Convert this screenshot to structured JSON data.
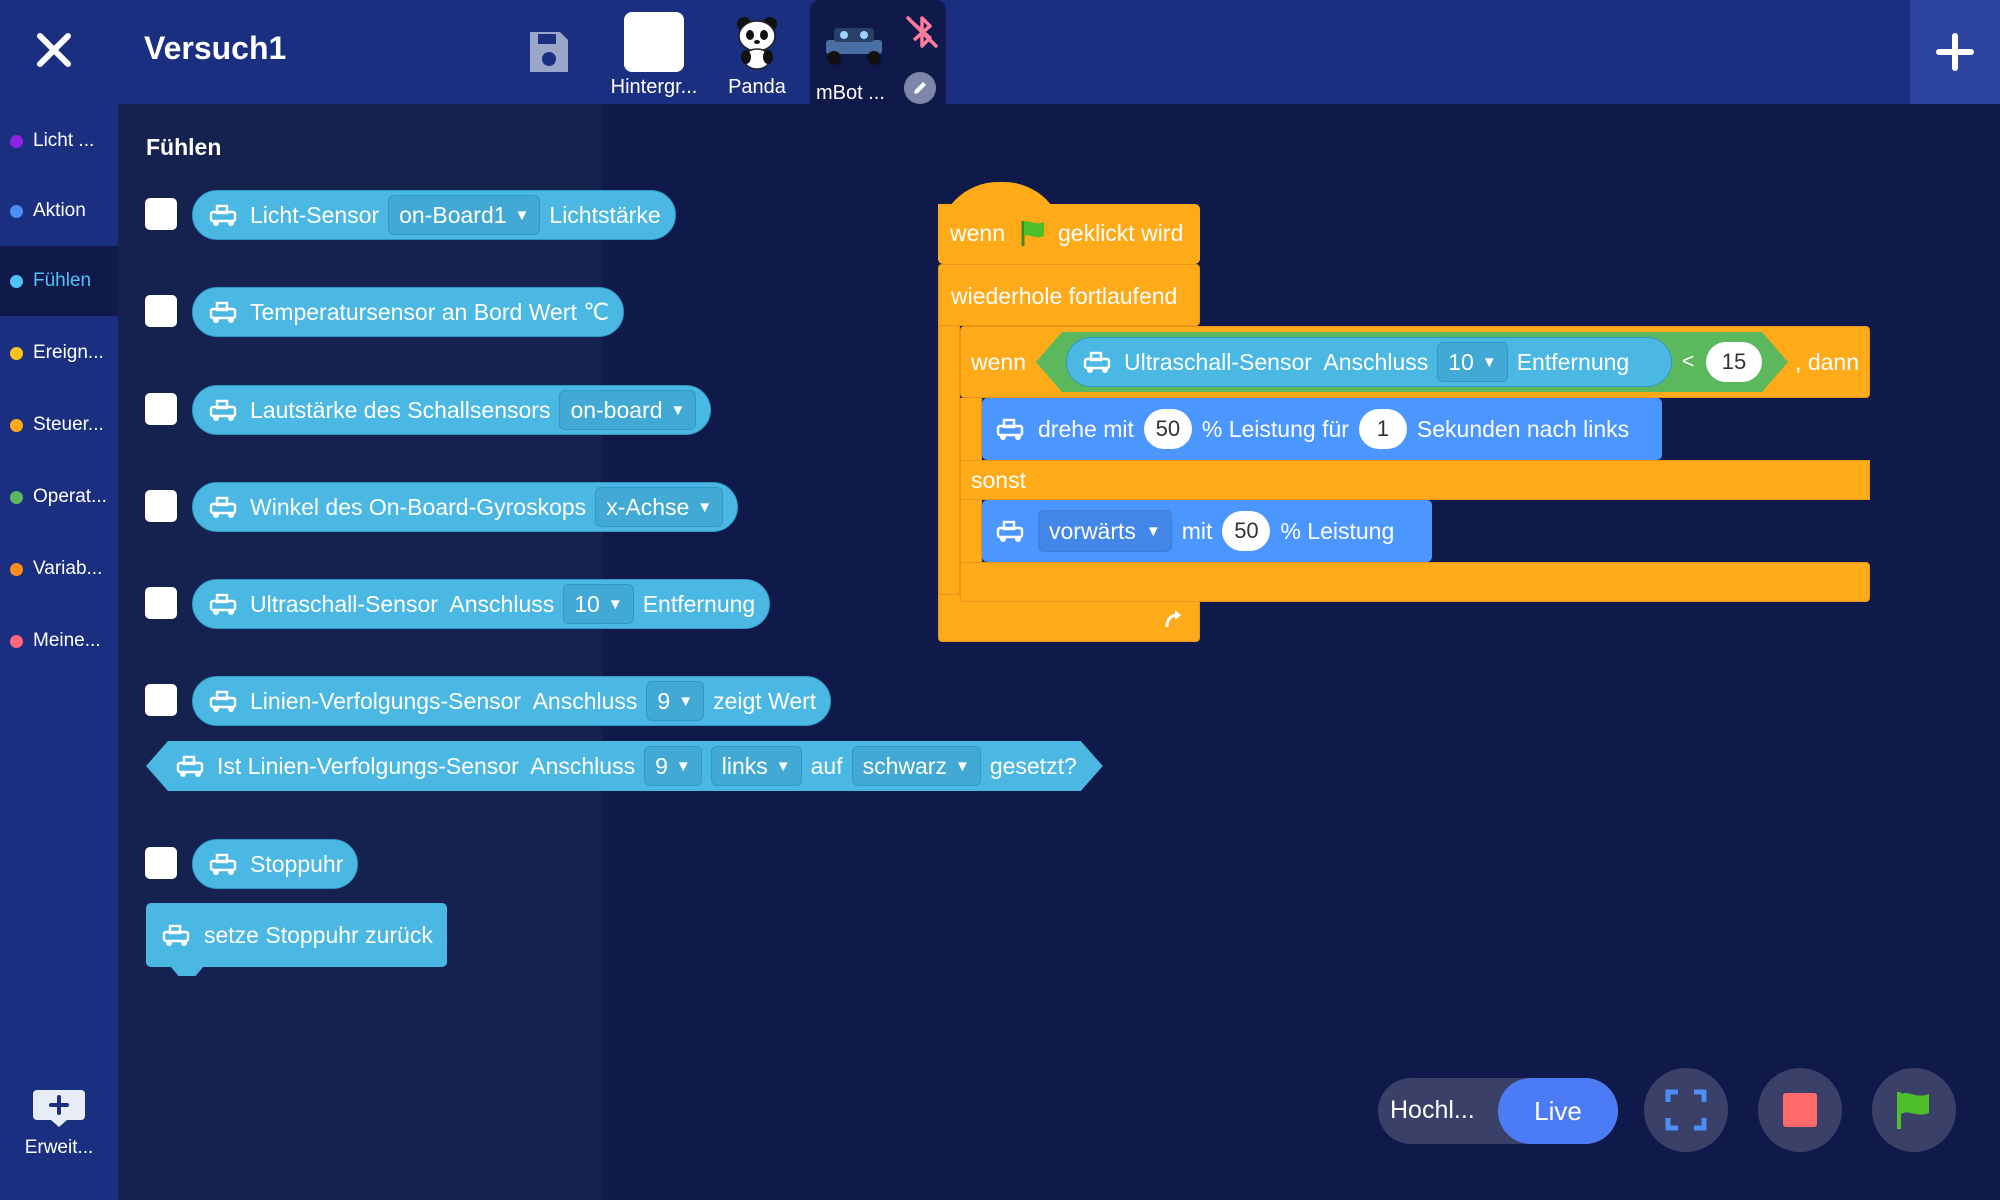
{
  "header": {
    "title": "Versuch1",
    "sprites": [
      {
        "label": "Hintergr..."
      },
      {
        "label": "Panda"
      },
      {
        "label": "mBot ..."
      }
    ]
  },
  "sidebar": {
    "categories": [
      {
        "label": "Licht ...",
        "color": "#8e24e6"
      },
      {
        "label": "Aktion",
        "color": "#4c8df6"
      },
      {
        "label": "Fühlen",
        "color": "#4fc3f7"
      },
      {
        "label": "Ereign...",
        "color": "#ffc21a"
      },
      {
        "label": "Steuer...",
        "color": "#ffab19"
      },
      {
        "label": "Operat...",
        "color": "#5cb85c"
      },
      {
        "label": "Variab...",
        "color": "#ff8c1a"
      },
      {
        "label": "Meine...",
        "color": "#ff6680"
      }
    ],
    "extension_label": "Erweit..."
  },
  "flyout": {
    "heading": "Fühlen",
    "blocks": [
      {
        "parts": [
          "Licht-Sensor",
          "on-Board1",
          "Lichtstärke"
        ]
      },
      {
        "parts": [
          "Temperatursensor an Bord Wert ℃"
        ]
      },
      {
        "parts": [
          "Lautstärke des Schallsensors",
          "on-board"
        ]
      },
      {
        "parts": [
          "Winkel des On-Board-Gyroskops",
          "x-Achse"
        ]
      },
      {
        "parts": [
          "Ultraschall-Sensor  Anschluss",
          "10",
          "Entfernung"
        ]
      },
      {
        "parts": [
          "Linien-Verfolgungs-Sensor  Anschluss",
          "9",
          "zeigt Wert"
        ]
      },
      {
        "parts": [
          "Ist Linien-Verfolgungs-Sensor  Anschluss",
          "9",
          "links",
          "auf",
          "schwarz",
          "gesetzt?"
        ]
      },
      {
        "parts": [
          "Stoppuhr"
        ]
      },
      {
        "parts": [
          "setze Stoppuhr zurück"
        ]
      }
    ]
  },
  "script": {
    "hat": {
      "before": "wenn",
      "after": "geklickt wird"
    },
    "forever": "wiederhole fortlaufend",
    "if": {
      "label": "wenn",
      "then": ", dann",
      "else": "sonst"
    },
    "condition": {
      "sensor": "Ultraschall-Sensor  Anschluss",
      "port": "10",
      "unit": "Entfernung",
      "op": "<",
      "value": "15"
    },
    "turn": {
      "a": "drehe mit",
      "power": "50",
      "b": "% Leistung für",
      "secs": "1",
      "c": "Sekunden nach links"
    },
    "move": {
      "dir": "vorwärts",
      "a": "mit",
      "power": "50",
      "b": "% Leistung"
    }
  },
  "controls": {
    "upload": "Hochl...",
    "live": "Live"
  },
  "colors": {
    "sensing": "#4bb8e3",
    "control": "#ffab19",
    "operator": "#5cb85c",
    "motion": "#4c97ff",
    "topbar": "#1b2f80"
  }
}
